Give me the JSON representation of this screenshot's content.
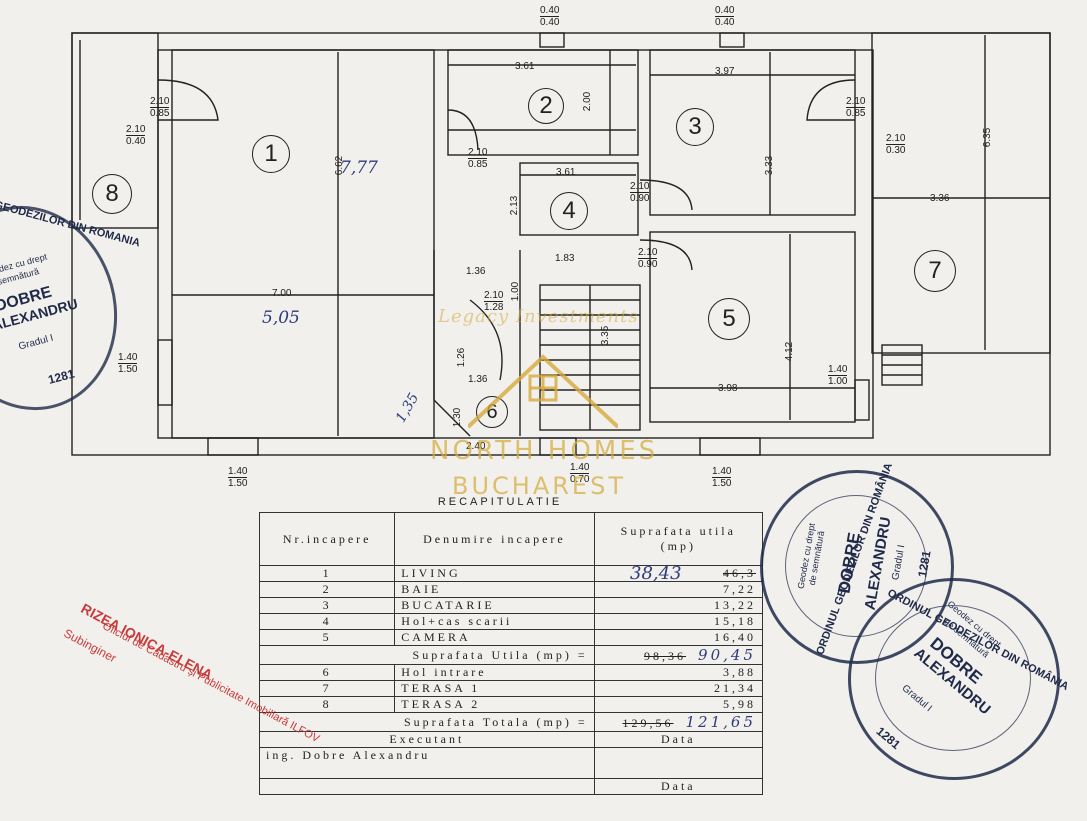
{
  "dims": {
    "win_top_left": [
      "0.40",
      "0.40"
    ],
    "win_top_right": [
      "0.40",
      "0.40"
    ],
    "door_8": [
      "2.10",
      "0.85"
    ],
    "win_8": [
      "2.10",
      "0.40"
    ],
    "door_2": [
      "2.10",
      "0.85"
    ],
    "door_4a": [
      "2.10",
      "0.90"
    ],
    "door_4b": [
      "2.10",
      "0.90"
    ],
    "door_6": [
      "2.10",
      "1.28"
    ],
    "door_3": [
      "2.10",
      "0.85"
    ],
    "win_7": [
      "2.10",
      "0.30"
    ],
    "win_left": [
      "1.40",
      "1.50"
    ],
    "win_bottom_left": [
      "1.40",
      "1.50"
    ],
    "win_bottom_mid": [
      "1.40",
      "0.70"
    ],
    "win_bottom_right": [
      "1.40",
      "1.50"
    ],
    "win_5": [
      "1.40",
      "1.00"
    ],
    "d_361_top": "3.61",
    "d_397": "3.97",
    "d_200": "2.00",
    "d_361_mid": "3.61",
    "d_333": "3.33",
    "d_635": "6.35",
    "d_336": "3.36",
    "d_213": "2.13",
    "d_136a": "1.36",
    "d_183": "1.83",
    "d_100": "1.00",
    "d_335": "3.35",
    "d_412": "4.12",
    "d_398": "3.98",
    "d_126": "1.26",
    "d_136b": "1.36",
    "d_130": "1.30",
    "d_662": "6.62",
    "d_700": "7.00",
    "d_240": "2.40"
  },
  "handwriting": {
    "h_777": "7,77",
    "h_505": "5,05",
    "h_135": "1,35"
  },
  "rooms": [
    "1",
    "2",
    "3",
    "4",
    "5",
    "6",
    "7",
    "8"
  ],
  "recap": {
    "title": "RECAPITULATIE",
    "headers": [
      "Nr.incapere",
      "Denumire incapere",
      "Suprafata utila (mp)"
    ],
    "rows_a": [
      {
        "nr": "1",
        "name": "LIVING",
        "area": "46,3",
        "hand": "38,43"
      },
      {
        "nr": "2",
        "name": "BAIE",
        "area": "7,22"
      },
      {
        "nr": "3",
        "name": "BUCATARIE",
        "area": "13,22"
      },
      {
        "nr": "4",
        "name": "Hol+cas scarii",
        "area": "15,18"
      },
      {
        "nr": "5",
        "name": "CAMERA",
        "area": "16,40"
      }
    ],
    "util_label": "Suprafata Utila (mp) =",
    "util_value": "98,36",
    "util_hand": "90,45",
    "rows_b": [
      {
        "nr": "6",
        "name": "Hol intrare",
        "area": "3,88"
      },
      {
        "nr": "7",
        "name": "TERASA 1",
        "area": "21,34"
      },
      {
        "nr": "8",
        "name": "TERASA 2",
        "area": "5,98"
      }
    ],
    "total_label": "Suprafata Totala (mp) =",
    "total_value": "129,56",
    "total_hand": "121,65",
    "executant": "Executant",
    "data1": "Data",
    "engineer": "ing. Dobre Alexandru",
    "data2": "Data"
  },
  "watermark": {
    "script": "Legacy Investments",
    "line1": "NORTH HOMES",
    "line2": "BUCHAREST"
  },
  "stamps": {
    "ordinul_left": {
      "ring": "ORDINUL GEODEZILOR DIN ROMANIA",
      "line1": "Geodez cu drept",
      "line2": "de semnătură",
      "name1": "DOBRE",
      "name2": "ALEXANDRU",
      "grade": "Gradul I",
      "num": "1281"
    },
    "ordinul_mid": {
      "ring": "ORDINUL GEODEZILOR DIN ROMÂNIA",
      "line1": "Geodez cu drept",
      "line2": "de semnătură",
      "name1": "DOBRE",
      "name2": "ALEXANDRU",
      "grade": "Gradul I",
      "num": "1281"
    },
    "ordinul_right": {
      "ring": "ORDINUL GEODEZILOR DIN ROMÂNIA",
      "line1": "Geodez cu drept",
      "line2": "de semnătură",
      "name1": "DOBRE",
      "name2": "ALEXANDRU",
      "grade": "Gradul I",
      "num": "1281"
    },
    "oficiul": {
      "line1": "Oficiul de Cadastru și Publicitate Imobiliară ILFOV",
      "name": "RIZEA IONICA-ELENA",
      "role": "Subinginer"
    }
  },
  "colors": {
    "ink": "#222222",
    "hand": "#2e3a7a",
    "stamp_blue": "#1f2a4a",
    "stamp_red": "#c83a3a",
    "gold": "#d4aa3c"
  }
}
